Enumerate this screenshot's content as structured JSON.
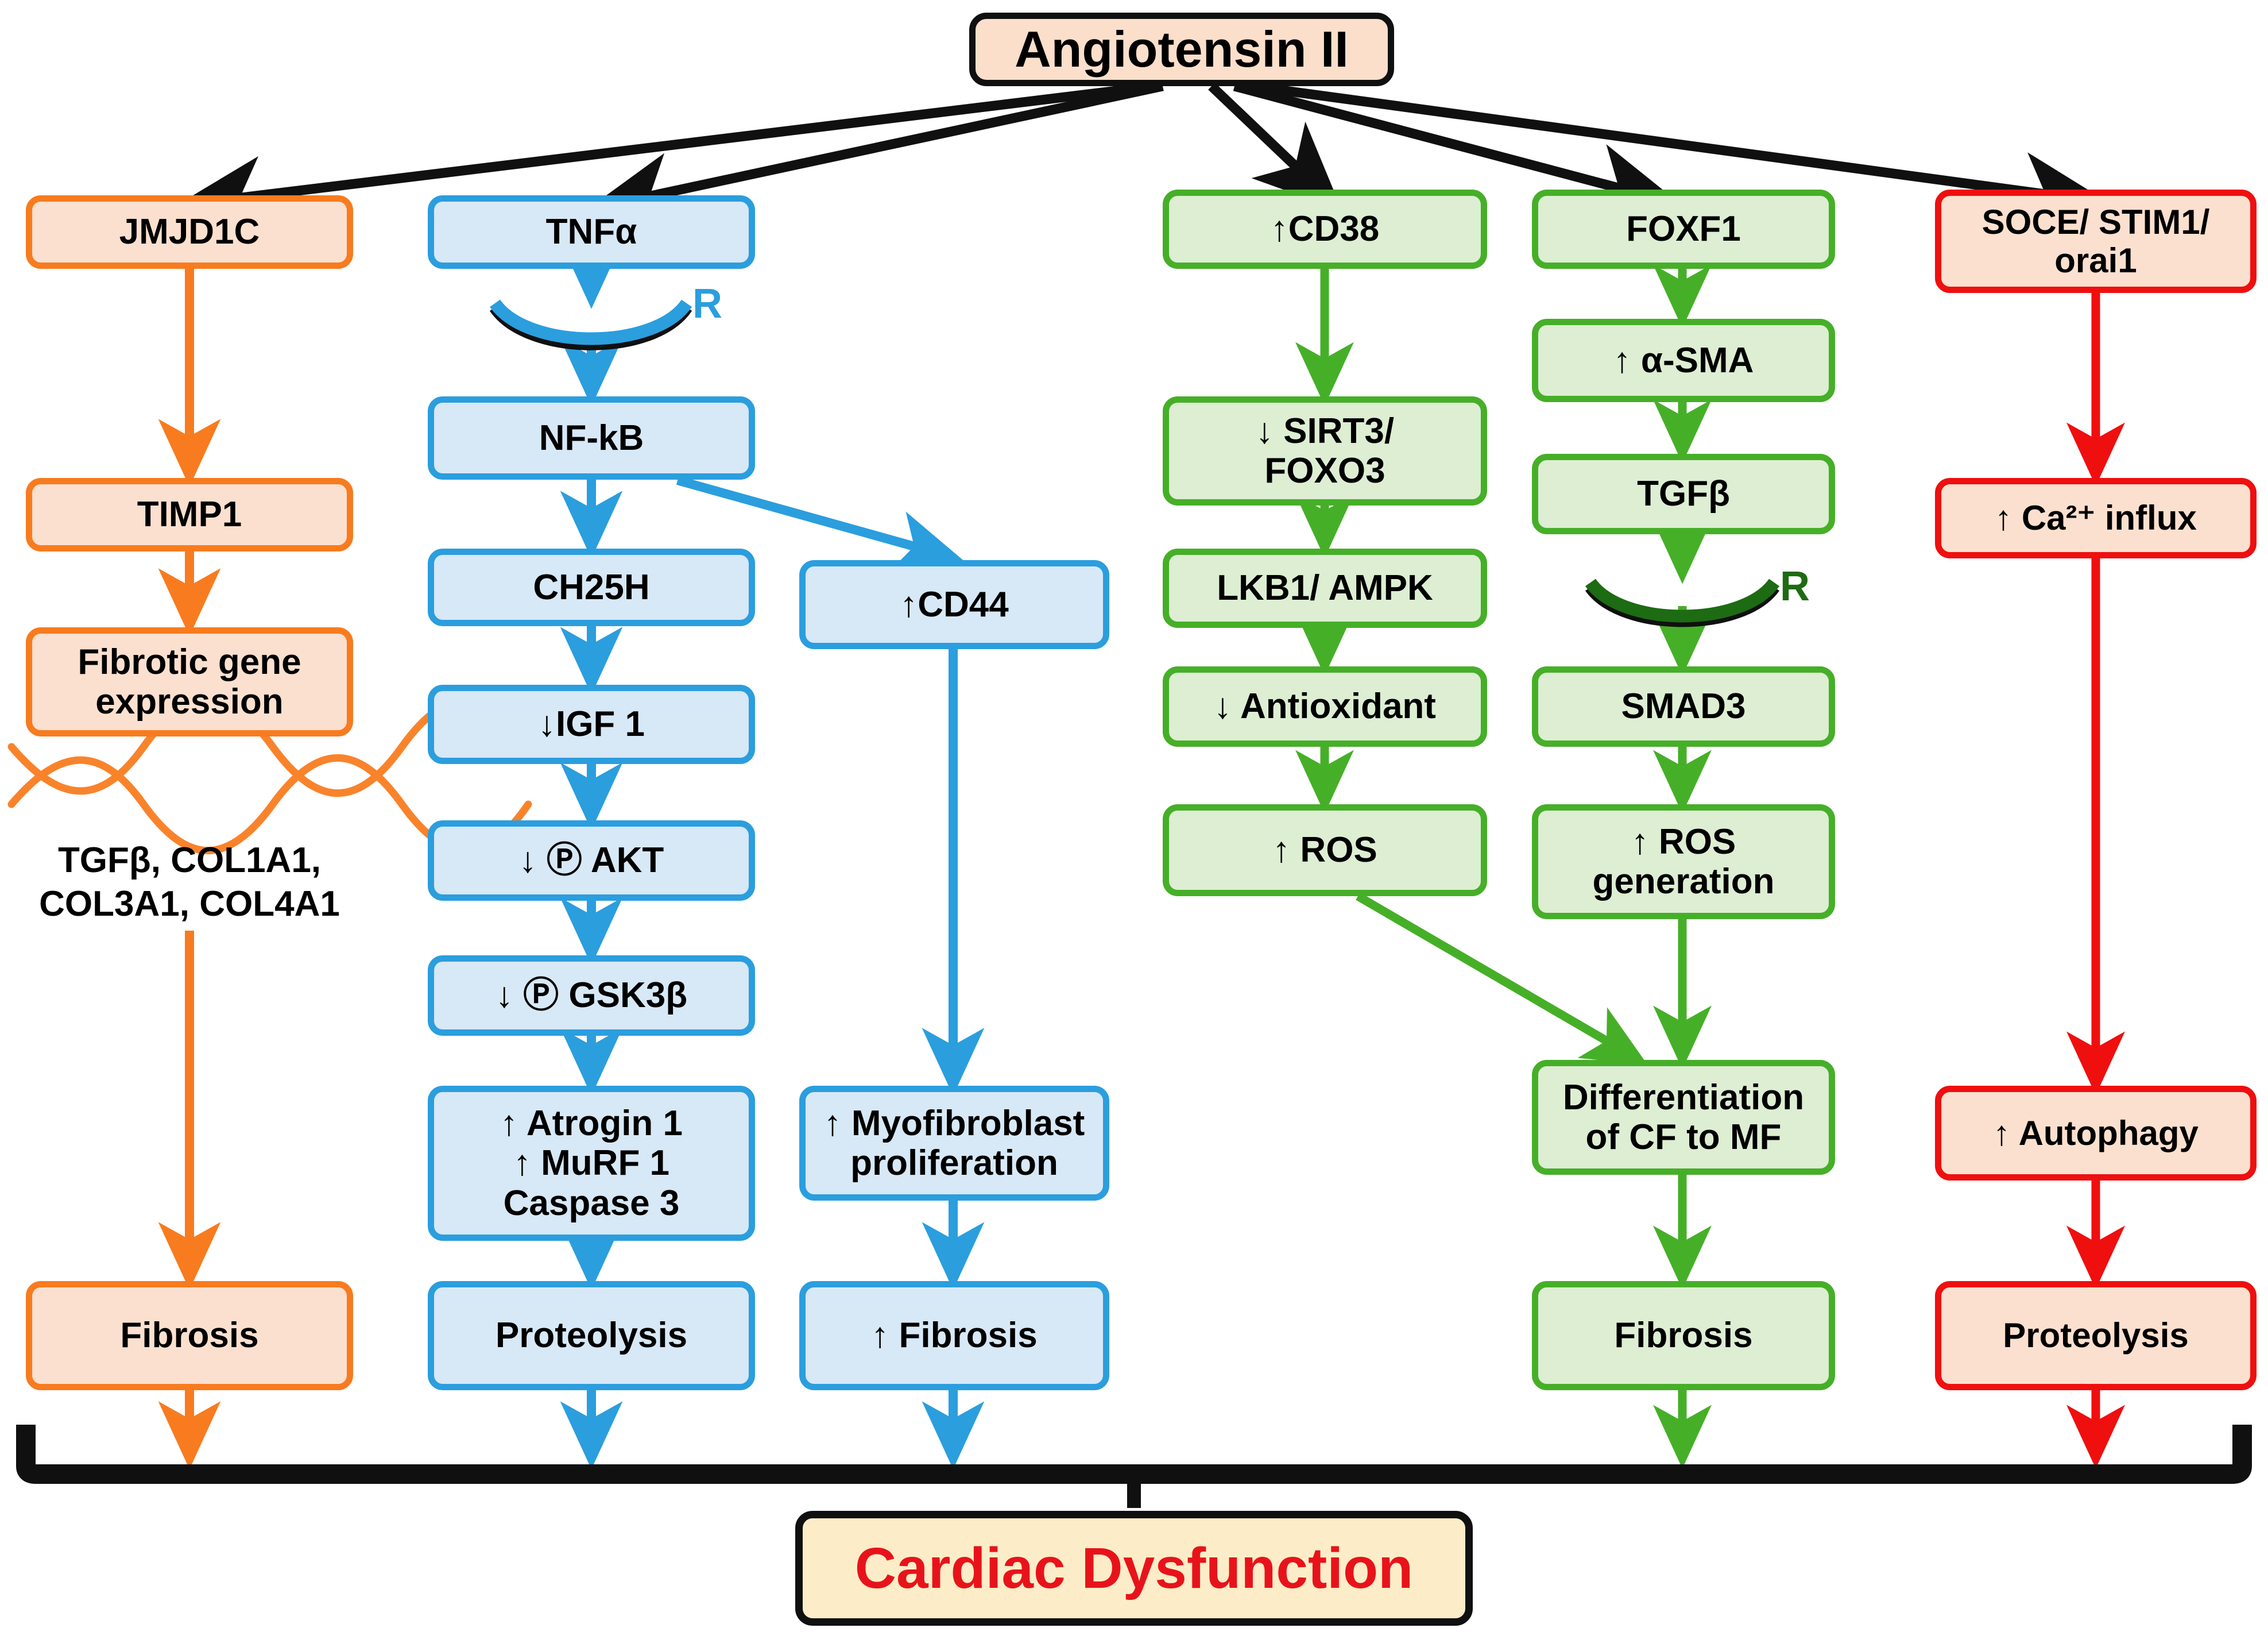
{
  "diagram": {
    "title": "Angiotensin II signalling pathways leading to cardiac dysfunction",
    "head": {
      "label": "Angiotensin II"
    },
    "final": {
      "label": "Cardiac Dysfunction"
    },
    "receptor_label": "R",
    "phospho_label": "P",
    "colors": {
      "orange_border": "#f87b1f",
      "orange_fill": "#fce0cf",
      "blue_border": "#2b9ede",
      "blue_fill": "#d7e8f6",
      "green_border": "#46af28",
      "green_fill": "#ddeed3",
      "red_border": "#ef0f0f",
      "red_fill": "#fce0cf",
      "head_fill": "#fbdfcb",
      "final_fill": "#fcedc8",
      "final_text": "#e8131a",
      "arrow_black": "#101010"
    },
    "annotations": {
      "gene_list": "TGFβ, COL1A1,\nCOL3A1, COL4A1"
    },
    "branches": [
      {
        "id": "jmjd1c",
        "color": "orange",
        "nodes": [
          {
            "id": "jmjd1c",
            "label": "JMJD1C"
          },
          {
            "id": "timp1",
            "label": "TIMP1"
          },
          {
            "id": "fibrotic-gene-expression",
            "label": "Fibrotic gene\nexpression"
          },
          {
            "id": "fibrosis-orange",
            "label": "Fibrosis"
          }
        ]
      },
      {
        "id": "tnfa",
        "color": "blue",
        "nodes": [
          {
            "id": "tnfa",
            "label": "TNFα"
          },
          {
            "id": "nf-kb",
            "label": "NF-kB"
          },
          {
            "id": "ch25h",
            "label": "CH25H"
          },
          {
            "id": "igf1",
            "label": "↓IGF 1"
          },
          {
            "id": "akt",
            "label": "↓ Ⓟ AKT"
          },
          {
            "id": "gsk3b",
            "label": "↓ Ⓟ GSK3β"
          },
          {
            "id": "atrogin",
            "label": "↑ Atrogin 1\n↑ MuRF 1\nCaspase 3"
          },
          {
            "id": "proteolysis-blue",
            "label": "Proteolysis"
          }
        ]
      },
      {
        "id": "cd44",
        "color": "blue",
        "nodes": [
          {
            "id": "cd44",
            "label": "↑CD44"
          },
          {
            "id": "myofibroblast-proliferation",
            "label": "↑ Myofibroblast\nproliferation"
          },
          {
            "id": "fibrosis-blue",
            "label": "↑ Fibrosis"
          }
        ]
      },
      {
        "id": "cd38",
        "color": "green",
        "nodes": [
          {
            "id": "cd38",
            "label": "↑CD38"
          },
          {
            "id": "sirt3-foxo3",
            "label": "↓ SIRT3/\nFOXO3"
          },
          {
            "id": "lkb1-ampk",
            "label": "LKB1/ AMPK"
          },
          {
            "id": "antioxidant",
            "label": "↓ Antioxidant"
          },
          {
            "id": "ros",
            "label": "↑ ROS"
          }
        ]
      },
      {
        "id": "foxf1",
        "color": "green",
        "nodes": [
          {
            "id": "foxf1",
            "label": "FOXF1"
          },
          {
            "id": "alpha-sma",
            "label": "↑ α-SMA"
          },
          {
            "id": "tgfb",
            "label": "TGFβ"
          },
          {
            "id": "smad3",
            "label": "SMAD3"
          },
          {
            "id": "ros-generation",
            "label": "↑ ROS\ngeneration"
          },
          {
            "id": "differentiation-cf-mf",
            "label": "Differentiation\nof CF to MF"
          },
          {
            "id": "fibrosis-green",
            "label": "Fibrosis"
          }
        ]
      },
      {
        "id": "soce",
        "color": "red",
        "nodes": [
          {
            "id": "soce-stim1-orai1",
            "label": "SOCE/ STIM1/\norai1"
          },
          {
            "id": "ca-influx",
            "label": "↑ Ca²⁺ influx"
          },
          {
            "id": "autophagy",
            "label": "↑ Autophagy"
          },
          {
            "id": "proteolysis-red",
            "label": "Proteolysis"
          }
        ]
      }
    ]
  }
}
